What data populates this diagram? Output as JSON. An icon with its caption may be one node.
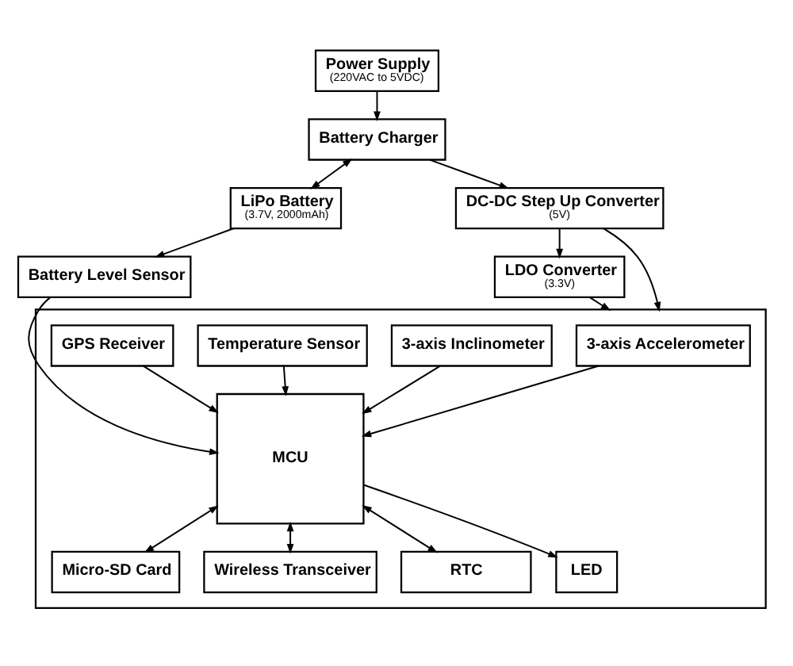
{
  "diagram": {
    "nodes": [
      {
        "text": [
          "Power Supply",
          "(220VAC to 5VDC)"
        ]
      },
      {
        "text": [
          "Battery Charger"
        ]
      },
      {
        "text": [
          "LiPo Battery",
          "(3.7V, 2000mAh)"
        ]
      },
      {
        "text": [
          "DC-DC Step Up Converter",
          "(5V)"
        ]
      },
      {
        "text": [
          "LDO Converter",
          "(3.3V)"
        ]
      },
      {
        "text": [
          "Battery Level Sensor"
        ]
      },
      {
        "text": [],
        "shape": "box"
      },
      {
        "text": [
          "3-axis Accelerometer"
        ],
        "in": 6
      },
      {
        "text": [
          "3-axis Inclinometer"
        ],
        "in": 6
      },
      {
        "text": [
          "Temperature Sensor"
        ],
        "in": 6
      },
      {
        "text": [
          "MCU"
        ],
        "in": 6
      },
      {
        "text": [
          "Micro-SD Card"
        ],
        "in": 6
      },
      {
        "text": [
          "GPS Receiver"
        ],
        "in": 6
      },
      {
        "text": [
          "Wireless Transceiver"
        ],
        "in": 6
      },
      {
        "text": [
          "RTC"
        ],
        "in": 6
      },
      {
        "text": [
          "LED"
        ],
        "in": 6
      }
    ],
    "edges": [
      {
        "from": 0,
        "to": 1,
        "arrow": "to"
      },
      {
        "from": 1,
        "to": 2,
        "arrow": "both"
      },
      {
        "from": 1,
        "to": 3,
        "arrow": "to"
      },
      {
        "from": 3,
        "to": 4,
        "arrow": "to"
      },
      {
        "from": 2,
        "to": 5,
        "arrow": "to"
      },
      {
        "from": 3,
        "to": 6,
        "arrow": "to"
      },
      {
        "from": 4,
        "to": 6,
        "arrow": "to"
      },
      {
        "from": 5,
        "to": 10,
        "arrow": "to"
      },
      {
        "from": 7,
        "to": 10,
        "arrow": "to"
      },
      {
        "from": 8,
        "to": 10,
        "arrow": "to"
      },
      {
        "from": 9,
        "to": 10,
        "arrow": "to"
      },
      {
        "from": 10,
        "to": 11,
        "arrow": "both"
      },
      {
        "from": 12,
        "to": 10,
        "arrow": "to"
      },
      {
        "from": 10,
        "to": 13,
        "arrow": "both"
      },
      {
        "from": 10,
        "to": 14,
        "arrow": "both"
      },
      {
        "from": 10,
        "to": 15,
        "arrow": "to"
      }
    ]
  }
}
